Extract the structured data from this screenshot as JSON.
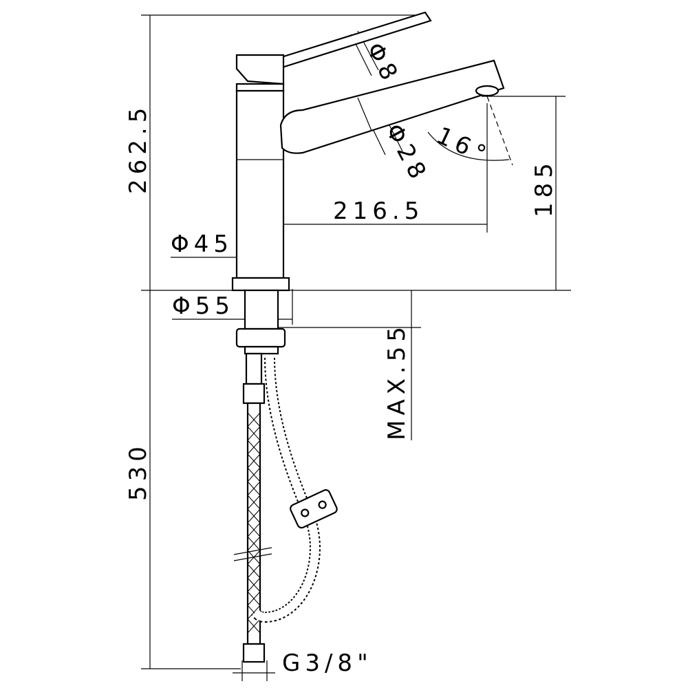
{
  "dimensions": {
    "total_height": "262.5",
    "spout_height": "185",
    "reach": "216.5",
    "body_diameter": "Φ45",
    "base_diameter": "Φ55",
    "max_thickness": "MAX.55",
    "hose_length": "530",
    "lever_diameter": "Φ8",
    "spout_diameter": "Φ28",
    "spout_angle": "16°",
    "connection": "G3/8\""
  },
  "colors": {
    "line": "#000000",
    "background": "#ffffff"
  }
}
